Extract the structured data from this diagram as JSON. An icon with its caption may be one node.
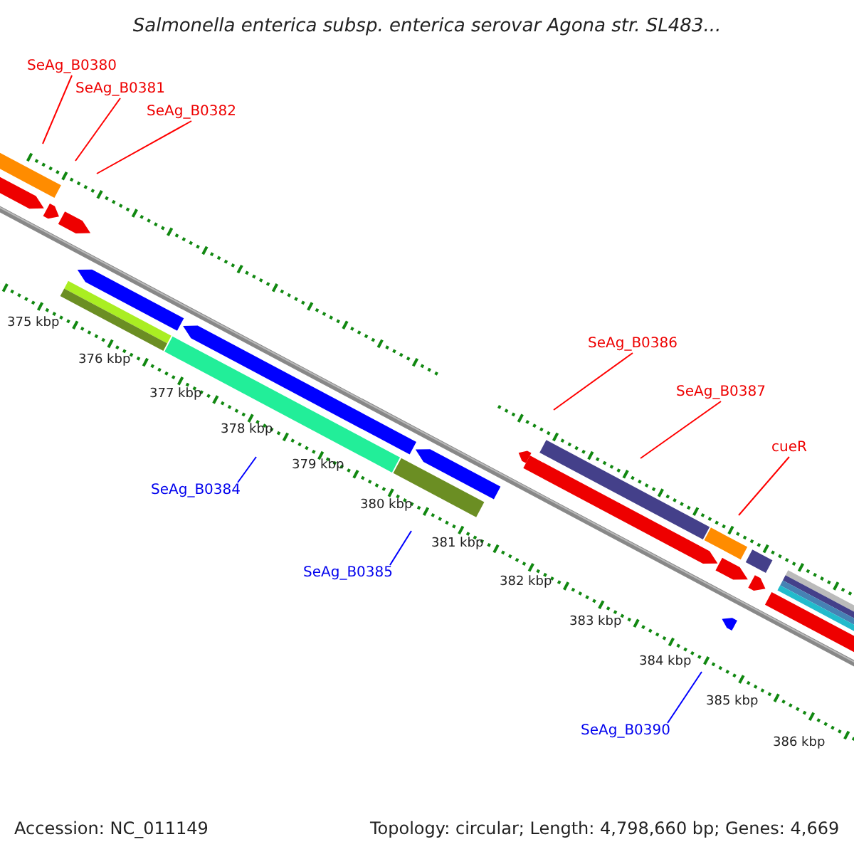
{
  "diagram": {
    "title": "Salmonella enterica subsp. enterica serovar Agona str. SL483...",
    "nodes": [
      {
        "text": [
          "SeAg_B0380"
        ]
      },
      {
        "text": [
          "SeAg_B0381"
        ]
      },
      {
        "text": [
          "SeAg_B0382"
        ]
      },
      {
        "text": [
          "SeAg_B0386"
        ]
      },
      {
        "text": [
          "SeAg_B0387"
        ]
      },
      {
        "text": [
          "cueR"
        ]
      },
      {
        "text": [
          "SeAg_B0384"
        ]
      },
      {
        "text": [
          "SeAg_B0385"
        ]
      },
      {
        "text": [
          "SeAg_B0390"
        ]
      }
    ],
    "edges": [
      {
        "from": 0,
        "to": null,
        "arrow": "none"
      },
      {
        "from": 1,
        "to": null,
        "arrow": "none"
      },
      {
        "from": 2,
        "to": null,
        "arrow": "none"
      },
      {
        "from": 3,
        "to": null,
        "arrow": "none"
      },
      {
        "from": 4,
        "to": null,
        "arrow": "none"
      },
      {
        "from": 5,
        "to": null,
        "arrow": "none"
      },
      {
        "from": 6,
        "to": null,
        "arrow": "none",
        "color": "#0000ff"
      },
      {
        "from": 7,
        "to": null,
        "arrow": "none",
        "color": "#0000ff"
      },
      {
        "from": 8,
        "to": null,
        "arrow": "none",
        "color": "#0000ff"
      }
    ],
    "labels": [
      "375 kbp",
      "376 kbp",
      "377 kbp",
      "378 kbp",
      "379 kbp",
      "380 kbp",
      "381 kbp",
      "382 kbp",
      "383 kbp",
      "384 kbp",
      "385 kbp",
      "386 kbp",
      "Accession: NC_011149",
      "Topology: circular; Length: 4,798,660 bp; Genes: 4,669"
    ]
  }
}
